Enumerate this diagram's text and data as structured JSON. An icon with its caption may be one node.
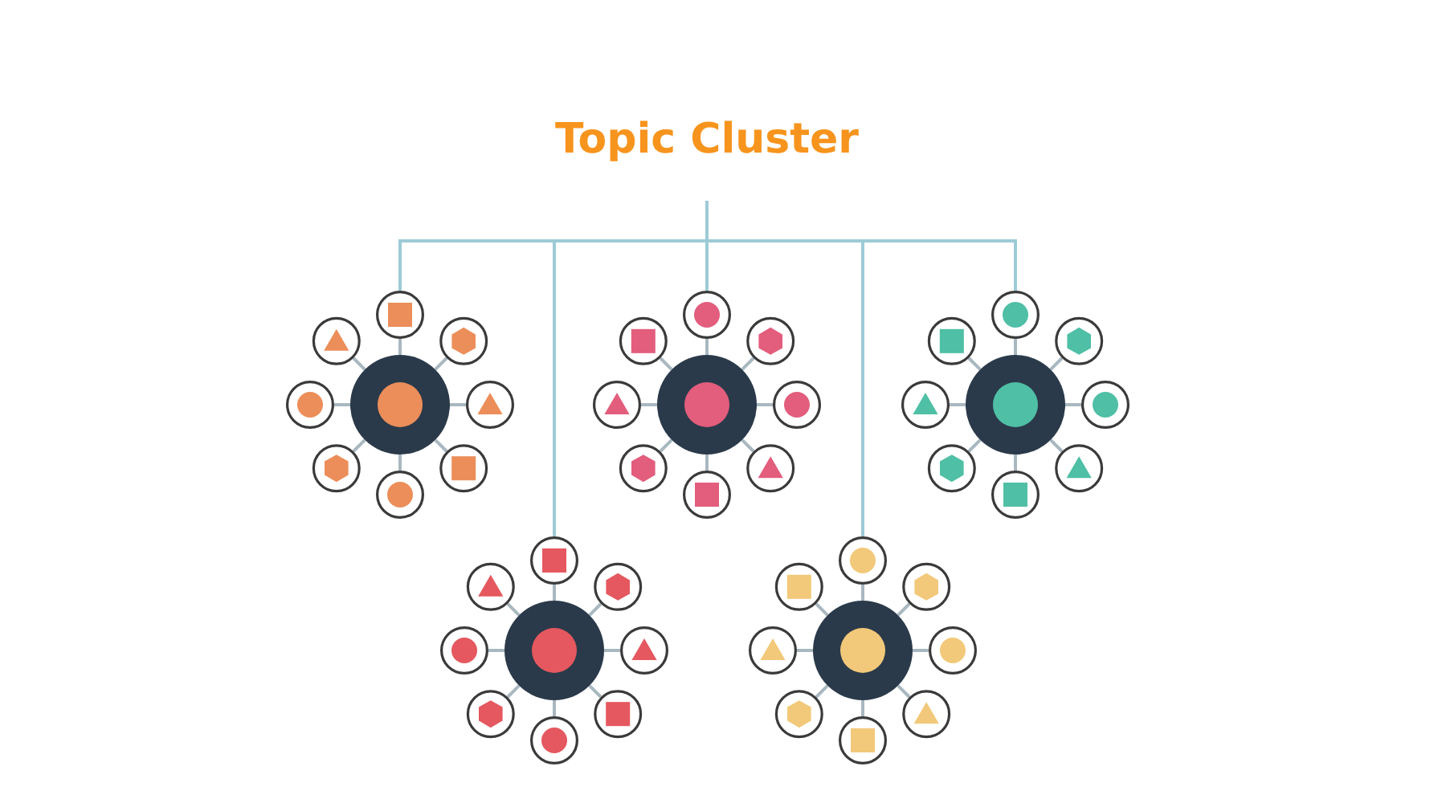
{
  "diagram": {
    "title": "Topic Cluster",
    "nodes": [
      {
        "text": [],
        "shape": "circle"
      },
      {
        "text": [],
        "shape": "circle"
      },
      {
        "text": [],
        "shape": "circle"
      },
      {
        "text": [],
        "shape": "circle"
      },
      {
        "text": [],
        "shape": "circle"
      },
      {
        "text": [],
        "shape": "circle"
      },
      {
        "text": [],
        "shape": "circle"
      },
      {
        "text": [],
        "shape": "circle"
      },
      {
        "text": [],
        "shape": "circle"
      },
      {
        "text": [],
        "shape": "circle"
      },
      {
        "text": [],
        "shape": "circle"
      },
      {
        "text": [],
        "shape": "circle"
      },
      {
        "text": [],
        "shape": "circle"
      },
      {
        "text": [],
        "shape": "circle"
      },
      {
        "text": [],
        "shape": "circle"
      },
      {
        "text": [],
        "shape": "circle"
      },
      {
        "text": [],
        "shape": "circle"
      },
      {
        "text": [],
        "shape": "circle"
      },
      {
        "text": [],
        "shape": "circle"
      },
      {
        "text": [],
        "shape": "circle"
      },
      {
        "text": [],
        "shape": "circle"
      },
      {
        "text": [],
        "shape": "circle"
      },
      {
        "text": [],
        "shape": "circle"
      },
      {
        "text": [],
        "shape": "circle"
      },
      {
        "text": [],
        "shape": "circle"
      },
      {
        "text": [],
        "shape": "circle"
      },
      {
        "text": [],
        "shape": "circle"
      },
      {
        "text": [],
        "shape": "circle"
      },
      {
        "text": [],
        "shape": "circle"
      },
      {
        "text": [],
        "shape": "circle"
      },
      {
        "text": [],
        "shape": "circle"
      },
      {
        "text": [],
        "shape": "circle"
      },
      {
        "text": [],
        "shape": "circle"
      },
      {
        "text": [],
        "shape": "circle"
      },
      {
        "text": [],
        "shape": "circle"
      },
      {
        "text": [],
        "shape": "circle"
      },
      {
        "text": [],
        "shape": "circle"
      },
      {
        "text": [],
        "shape": "circle"
      },
      {
        "text": [],
        "shape": "circle"
      },
      {
        "text": [],
        "shape": "circle"
      },
      {
        "text": [],
        "shape": "circle"
      },
      {
        "text": [],
        "shape": "circle"
      },
      {
        "text": [],
        "shape": "circle"
      },
      {
        "text": [],
        "shape": "circle"
      },
      {
        "text": [],
        "shape": "circle"
      }
    ],
    "edges": [
      {
        "from": null,
        "to": 1,
        "arrow": "none"
      },
      {
        "from": null,
        "to": 10,
        "arrow": "none"
      },
      {
        "from": null,
        "to": 19,
        "arrow": "none"
      },
      {
        "from": null,
        "to": 28,
        "arrow": "none"
      },
      {
        "from": null,
        "to": 37,
        "arrow": "none"
      },
      {
        "from": 0,
        "to": 1,
        "arrow": "none"
      },
      {
        "from": 0,
        "to": 2,
        "arrow": "none"
      },
      {
        "from": 0,
        "to": 3,
        "arrow": "none"
      },
      {
        "from": 0,
        "to": 4,
        "arrow": "none"
      },
      {
        "from": 0,
        "to": 5,
        "arrow": "none"
      },
      {
        "from": 0,
        "to": 6,
        "arrow": "none"
      },
      {
        "from": 0,
        "to": 7,
        "arrow": "none"
      },
      {
        "from": 0,
        "to": 8,
        "arrow": "none"
      },
      {
        "from": 9,
        "to": 10,
        "arrow": "none"
      },
      {
        "from": 9,
        "to": 11,
        "arrow": "none"
      },
      {
        "from": 9,
        "to": 12,
        "arrow": "none"
      },
      {
        "from": 9,
        "to": 13,
        "arrow": "none"
      },
      {
        "from": 9,
        "to": 14,
        "arrow": "none"
      },
      {
        "from": 9,
        "to": 15,
        "arrow": "none"
      },
      {
        "from": 9,
        "to": 16,
        "arrow": "none"
      },
      {
        "from": 9,
        "to": 17,
        "arrow": "none"
      },
      {
        "from": 18,
        "to": 19,
        "arrow": "none"
      },
      {
        "from": 18,
        "to": 20,
        "arrow": "none"
      },
      {
        "from": 18,
        "to": 21,
        "arrow": "none"
      },
      {
        "from": 18,
        "to": 22,
        "arrow": "none"
      },
      {
        "from": 18,
        "to": 23,
        "arrow": "none"
      },
      {
        "from": 18,
        "to": 24,
        "arrow": "none"
      },
      {
        "from": 18,
        "to": 25,
        "arrow": "none"
      },
      {
        "from": 18,
        "to": 26,
        "arrow": "none"
      },
      {
        "from": 27,
        "to": 28,
        "arrow": "none"
      },
      {
        "from": 27,
        "to": 29,
        "arrow": "none"
      },
      {
        "from": 27,
        "to": 30,
        "arrow": "none"
      },
      {
        "from": 27,
        "to": 31,
        "arrow": "none"
      },
      {
        "from": 27,
        "to": 32,
        "arrow": "none"
      },
      {
        "from": 27,
        "to": 33,
        "arrow": "none"
      },
      {
        "from": 27,
        "to": 34,
        "arrow": "none"
      },
      {
        "from": 27,
        "to": 35,
        "arrow": "none"
      },
      {
        "from": 36,
        "to": 37,
        "arrow": "none"
      },
      {
        "from": 36,
        "to": 38,
        "arrow": "none"
      },
      {
        "from": 36,
        "to": 39,
        "arrow": "none"
      },
      {
        "from": 36,
        "to": 40,
        "arrow": "none"
      },
      {
        "from": 36,
        "to": 41,
        "arrow": "none"
      },
      {
        "from": 36,
        "to": 42,
        "arrow": "none"
      },
      {
        "from": 36,
        "to": 43,
        "arrow": "none"
      },
      {
        "from": 36,
        "to": 44,
        "arrow": "none"
      }
    ]
  }
}
